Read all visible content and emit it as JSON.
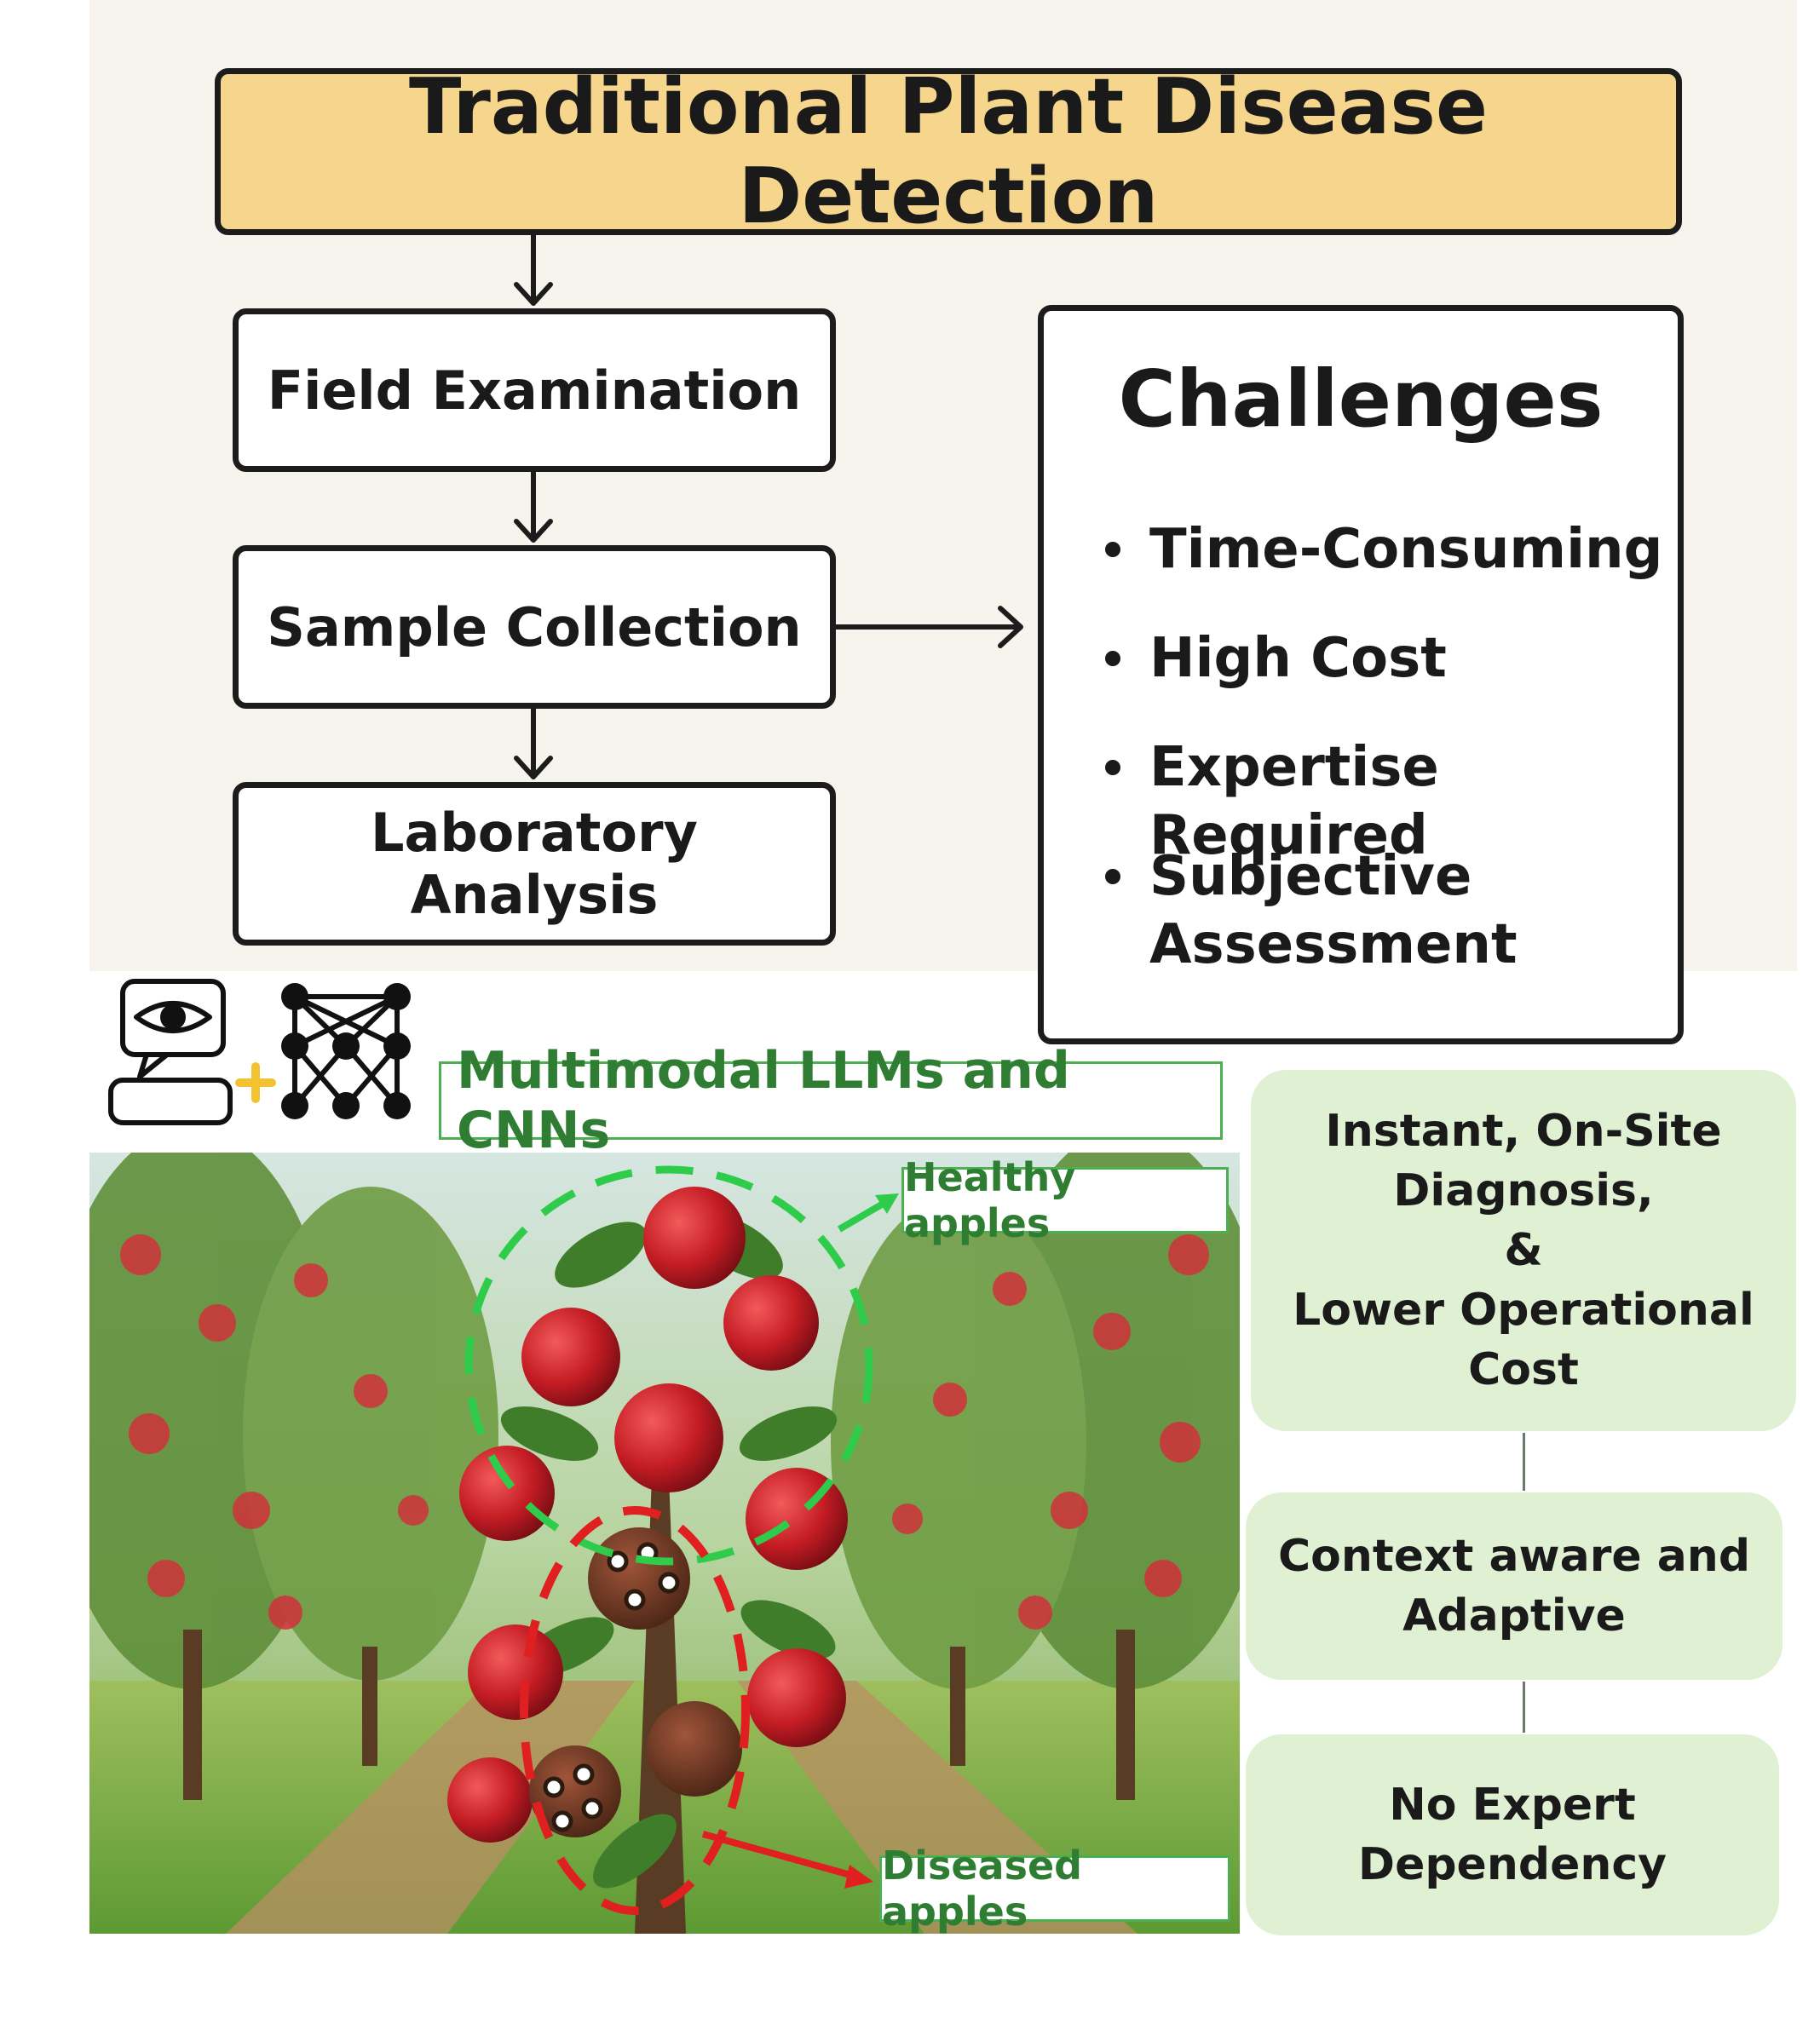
{
  "title": "Traditional Plant Disease Detection",
  "steps": [
    "Field Examination",
    "Sample Collection",
    "Laboratory Analysis"
  ],
  "challenges": {
    "title": "Challenges",
    "items": [
      "Time-Consuming",
      "High Cost",
      "Expertise Required",
      "Subjective Assessment"
    ]
  },
  "multimodal_label": "Multimodal LLMs and CNNs",
  "photo": {
    "healthy_label": "Healthy apples",
    "diseased_label": "Diseased apples"
  },
  "benefits": {
    "b1": {
      "l1": "Instant, On-Site",
      "l2": "Diagnosis,",
      "l3": "&",
      "l4": "Lower Operational",
      "l5": "Cost"
    },
    "b2": {
      "l1": "Context aware and",
      "l2": "Adaptive"
    },
    "b3": {
      "l1": "No Expert",
      "l2": "Dependency"
    }
  },
  "icons": [
    "eye-chat-icon",
    "plus-icon",
    "neural-network-icon"
  ],
  "colors": {
    "title_fill": "#f6d58c",
    "panel_bg": "#f7f4ee",
    "benefit_fill": "#dff0d3",
    "label_green": "#2e7d32",
    "healthy_marker": "#2ecc4a",
    "diseased_marker": "#e02020"
  }
}
